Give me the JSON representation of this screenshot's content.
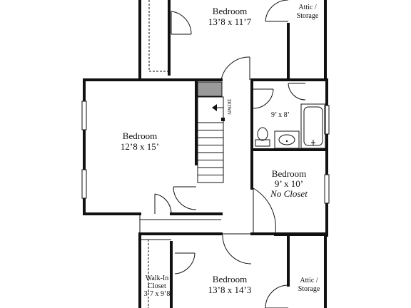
{
  "rooms": {
    "bedroom_top": {
      "name": "Bedroom",
      "size": "13’8 x 11’7"
    },
    "bedroom_left": {
      "name": "Bedroom",
      "size": "12’8 x 15’"
    },
    "bedroom_right": {
      "name": "Bedroom",
      "size": "9’ x 10’",
      "note": "No Closet"
    },
    "bedroom_bottom": {
      "name": "Bedroom",
      "size": "13’8 x 14’3"
    },
    "attic_top": {
      "line1": "Attic /",
      "line2": "Storage"
    },
    "attic_bottom": {
      "line1": "Attic /",
      "line2": "Storage"
    },
    "bathroom": {
      "size": "9’ x 8’"
    },
    "walk_in_closet": {
      "line1": "Walk-In",
      "line2": "Closet",
      "size": "3’7 x 9’8"
    }
  },
  "stairs": {
    "label": "DOWN"
  },
  "colors": {
    "wall": "#111111",
    "fixture_fill": "#9a9a9a",
    "background": "#ffffff"
  }
}
